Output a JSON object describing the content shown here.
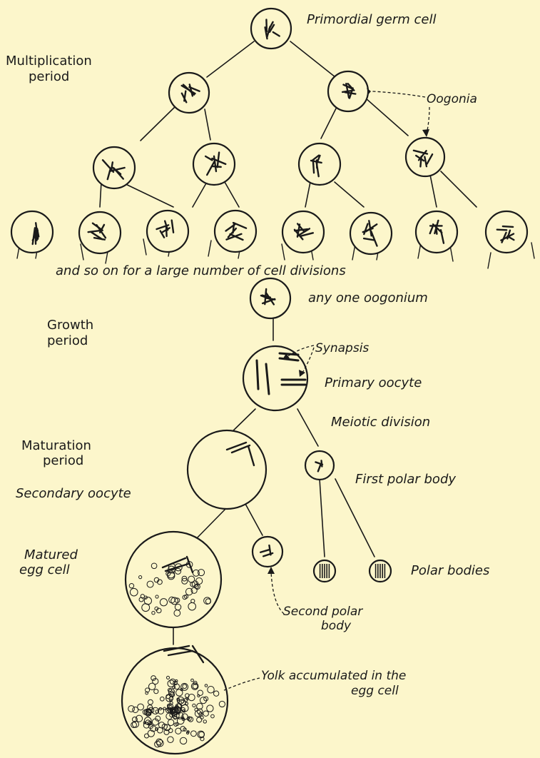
{
  "labels": {
    "primordial": "Primordial germ cell",
    "multiplication_line1": "Multiplication",
    "multiplication_line2": "period",
    "oogonia": "Oogonia",
    "and_so_on": "and so on for a large number of cell divisions",
    "any_one": "any one oogonium",
    "growth_line1": "Growth",
    "growth_line2": "period",
    "synapsis": "Synapsis",
    "primary": "Primary oocyte",
    "meiotic": "Meiotic division",
    "maturation_line1": "Maturation",
    "maturation_line2": "period",
    "first_polar": "First polar body",
    "secondary": "Secondary oocyte",
    "matured_line1": "Matured",
    "matured_line2": "egg cell",
    "polar_bodies": "Polar bodies",
    "second_polar_line1": "Second polar",
    "second_polar_line2": "body",
    "yolk_line1": "Yolk accumulated in the",
    "yolk_line2": "egg cell"
  },
  "colors": {
    "background": "#fcf6cb",
    "ink": "#1a1a1a"
  }
}
